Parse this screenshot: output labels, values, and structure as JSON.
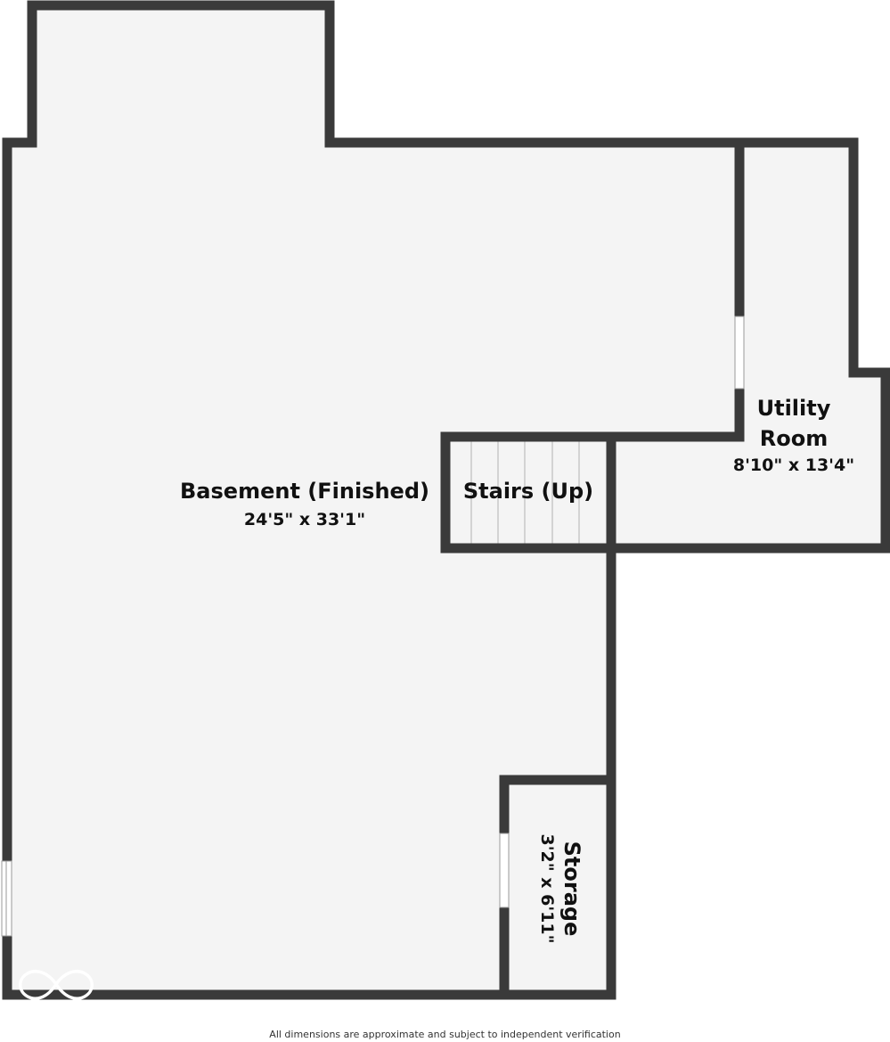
{
  "colors": {
    "wall": "#3a3a3a",
    "floor": "#f4f4f4",
    "background": "#ffffff",
    "text": "#111111"
  },
  "rooms": {
    "basement": {
      "name": "Basement (Finished)",
      "dimensions": "24'5\" x 33'1\""
    },
    "stairs": {
      "name": "Stairs (Up)"
    },
    "utility": {
      "name_line1": "Utility",
      "name_line2": "Room",
      "dimensions": "8'10\" x 13'4\""
    },
    "storage": {
      "name": "Storage",
      "dimensions": "3'2\" x 6'11\""
    }
  },
  "logo": "infinity-logo",
  "disclaimer": "All dimensions are approximate and subject to independent verification"
}
